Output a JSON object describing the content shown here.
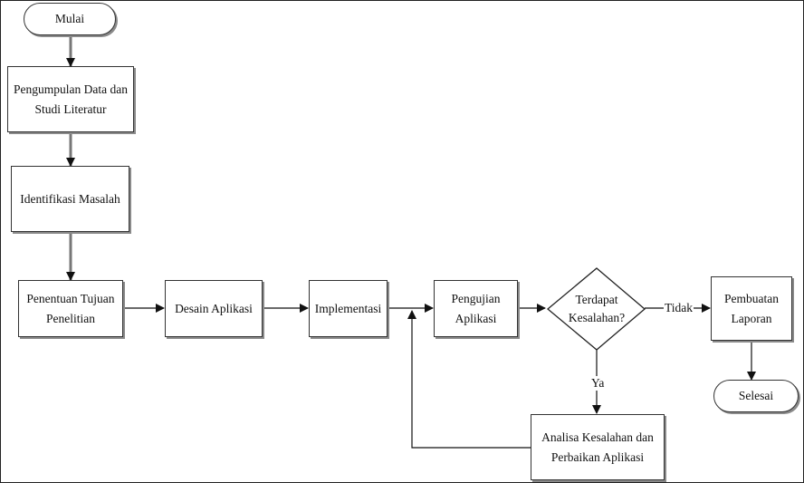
{
  "nodes": {
    "mulai": "Mulai",
    "pengumpulan": "Pengumpulan Data dan Studi Literatur",
    "identifikasi": "Identifikasi Masalah",
    "penentuan": "Penentuan Tujuan Penelitian",
    "desain": "Desain Aplikasi",
    "implementasi": "Implementasi",
    "pengujian": "Pengujian Aplikasi",
    "keputusan": "Terdapat Kesalahan?",
    "pembuatan": "Pembuatan Laporan",
    "analisa": "Analisa Kesalahan dan Perbaikan Aplikasi",
    "selesai": "Selesai"
  },
  "edge_labels": {
    "tidak": "Tidak",
    "ya": "Ya"
  }
}
